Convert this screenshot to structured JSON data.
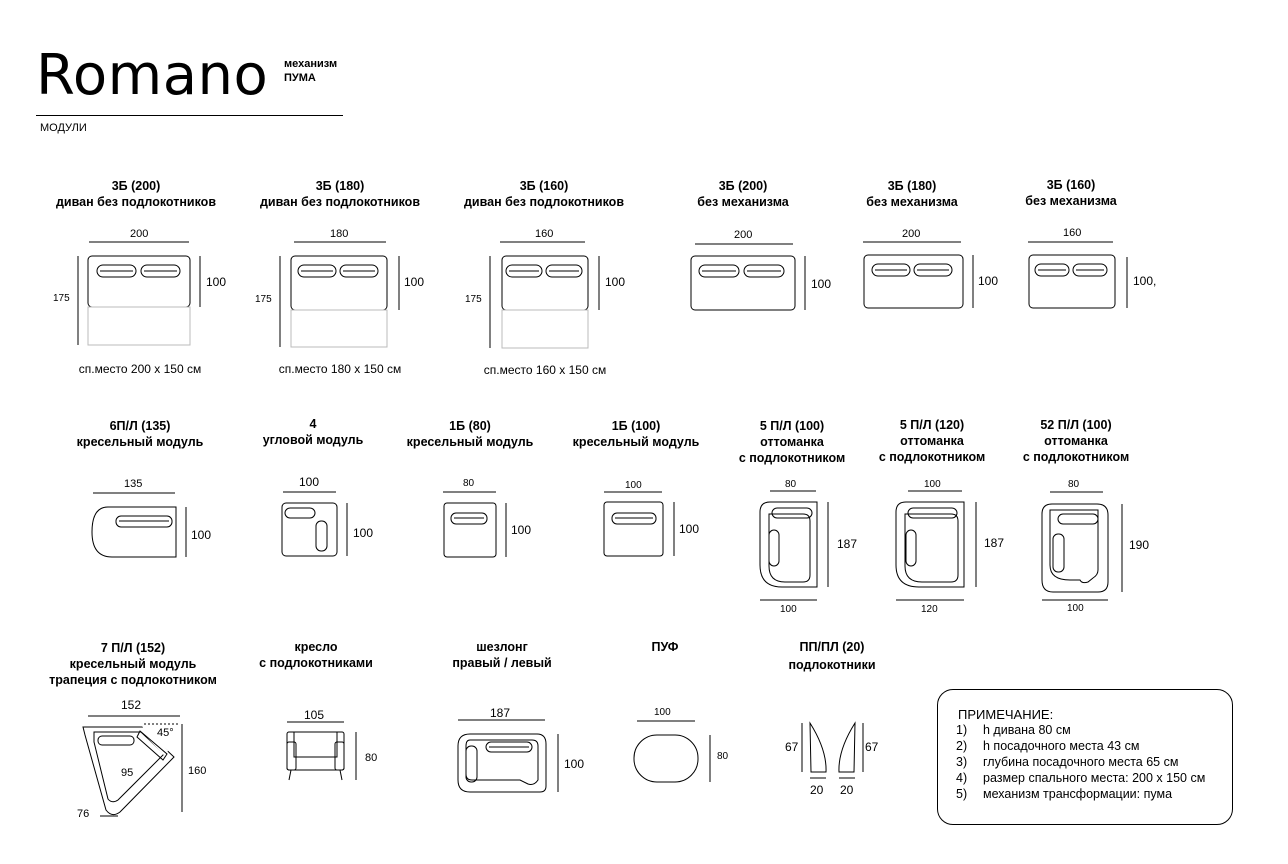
{
  "header": {
    "brand": "Romano",
    "mechanism_label": "механизм",
    "mechanism_value": "ПУМА",
    "section": "МОДУЛИ"
  },
  "modules": {
    "m1": {
      "code": "3Б (200)",
      "desc": "диван без подлокотников",
      "w": "200",
      "h": "100",
      "full": "175",
      "sleep": "сп.место 200 х 150 см"
    },
    "m2": {
      "code": "3Б (180)",
      "desc": "диван без подлокотников",
      "w": "180",
      "h": "100",
      "full": "175",
      "sleep": "сп.место 180 х 150 см"
    },
    "m3": {
      "code": "3Б (160)",
      "desc": "диван без подлокотников",
      "w": "160",
      "h": "100",
      "full": "175",
      "sleep": "сп.место 160 х 150 см"
    },
    "m4": {
      "code": "3Б (200)",
      "desc": "без механизма",
      "w": "200",
      "h": "100"
    },
    "m5": {
      "code": "3Б (180)",
      "desc": "без механизма",
      "w": "200",
      "h": "100"
    },
    "m6": {
      "code": "3Б (160)",
      "desc": "без механизма",
      "w": "160",
      "h": "100,"
    },
    "m7": {
      "code": "6П/Л (135)",
      "desc": "кресельный модуль",
      "w": "135",
      "h": "100"
    },
    "m8": {
      "code": "4",
      "desc": "угловой модуль",
      "w": "100",
      "h": "100"
    },
    "m9": {
      "code": "1Б (80)",
      "desc": "кресельный модуль",
      "w": "80",
      "h": "100"
    },
    "m10": {
      "code": "1Б (100)",
      "desc": "кресельный модуль",
      "w": "100",
      "h": "100"
    },
    "m11": {
      "code": "5 П/Л (100)",
      "desc1": "оттоманка",
      "desc2": "с подлокотником",
      "top": "80",
      "h": "187",
      "bottom": "100"
    },
    "m12": {
      "code": "5 П/Л (120)",
      "desc1": "оттоманка",
      "desc2": "с подлокотником",
      "top": "100",
      "h": "187",
      "bottom": "120"
    },
    "m13": {
      "code": "52 П/Л (100)",
      "desc1": "оттоманка",
      "desc2": "с подлокотником",
      "top": "80",
      "h": "190",
      "bottom": "100"
    },
    "m14": {
      "code": "7 П/Л (152)",
      "desc1": "кресельный модуль",
      "desc2": "трапеция с подлокотником",
      "w": "152",
      "angle": "45°",
      "inner": "95",
      "h": "160",
      "side": "76"
    },
    "m15": {
      "code": "кресло",
      "desc": "с подлокотниками",
      "w": "105",
      "h": "80"
    },
    "m16": {
      "code": "шезлонг",
      "desc": "правый / левый",
      "w": "187",
      "h": "100"
    },
    "m17": {
      "code": "ПУФ",
      "w": "100",
      "h": "80"
    },
    "m18": {
      "code": "ПП/ПЛ (20)",
      "desc": "подлокотники",
      "h": "67",
      "w": "20"
    }
  },
  "note": {
    "title": "ПРИМЕЧАНИЕ:",
    "items": [
      {
        "n": "1)",
        "t": "h дивана 80 см"
      },
      {
        "n": "2)",
        "t": "h посадочного места 43 см"
      },
      {
        "n": "3)",
        "t": "глубина посадочного места 65 см"
      },
      {
        "n": "4)",
        "t": "размер спального места: 200 х 150 см"
      },
      {
        "n": "5)",
        "t": "механизм трансформации: пума"
      }
    ]
  }
}
